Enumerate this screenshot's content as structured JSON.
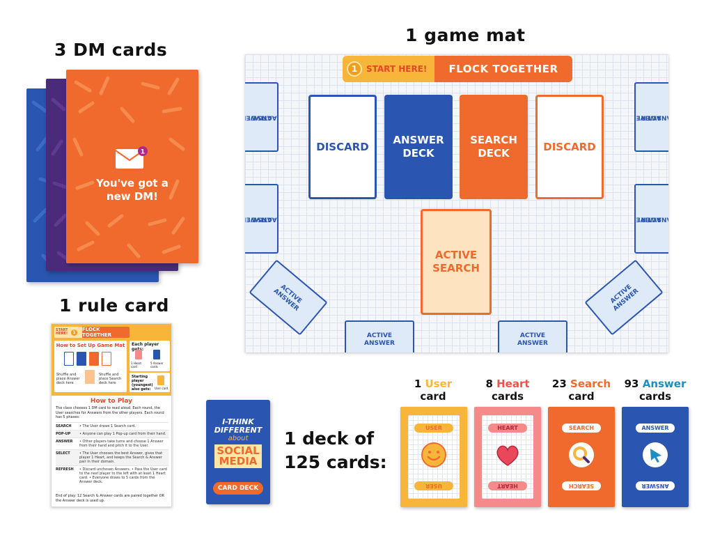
{
  "headings": {
    "dm": "3 DM cards",
    "mat": "1 game mat",
    "rule": "1 rule card",
    "deck_line1": "1 deck of",
    "deck_line2": "125 cards:"
  },
  "dm_card": {
    "badge": "1",
    "text_line1": "You've got a",
    "text_line2": "new DM!",
    "icon": "envelope-icon"
  },
  "mat": {
    "banner_num": "1",
    "banner_start": "START HERE!",
    "banner_title": "FLOCK TOGETHER",
    "discard": "DISCARD",
    "answer_deck_1": "ANSWER",
    "answer_deck_2": "DECK",
    "search_deck_1": "SEARCH",
    "search_deck_2": "DECK",
    "active_search_1": "ACTIVE",
    "active_search_2": "SEARCH",
    "active_1": "ACTIVE",
    "active_2": "ANSWER"
  },
  "rule_card": {
    "start": "START HERE!",
    "num": "1",
    "title": "FLOCK TOGETHER",
    "setup_title": "How to Set Up Game Mat",
    "setup_left": "Shuffle and place Answer deck here",
    "setup_right": "Shuffle and place Search deck here",
    "each_player": "Each player gets:",
    "heart_label": "1 Heart card",
    "answer_label": "5 Answer cards",
    "starting": "Starting player (youngest) also gets:",
    "user_label": "User card",
    "how_to_play": "How to Play",
    "intro": "The class chooses 1 DM card to read aloud. Each round, the User searches for Answers from the other players. Each round has 5 phases:",
    "phases": [
      {
        "name": "SEARCH",
        "desc": "• The User draws 1 Search card."
      },
      {
        "name": "POP-UP",
        "desc": "• Anyone can play 1 Pop-up card from their hand."
      },
      {
        "name": "ANSWER",
        "desc": "• Other players take turns and choose 1 Answer from their hand and pitch it to the User."
      },
      {
        "name": "SELECT",
        "desc": "• The User chooses the best Answer, gives that player 1 Heart, and keeps the Search & Answer pair in their domain."
      },
      {
        "name": "REFRESH",
        "desc": "• Discard unchosen Answers. • Pass the User card to the next player to the left with at least 1 Heart card. • Everyone draws to 5 cards from the Answer deck."
      }
    ],
    "end_of_play": "End of play: 12 Search & Answer cards are paired together OR the Answer deck is used up."
  },
  "deck_box": {
    "line1": "I-THINK",
    "line2": "DIFFERENT",
    "about": "about",
    "social": "SOCIAL",
    "media": "MEDIA",
    "button": "CARD DECK"
  },
  "cards": [
    {
      "count": "1",
      "type": "User",
      "noun": "card",
      "pill": "USER",
      "color": "#f7b53a",
      "icon": "smiley-icon"
    },
    {
      "count": "8",
      "type": "Heart",
      "noun": "cards",
      "pill": "HEART",
      "color": "#f48a8a",
      "icon": "heart-icon"
    },
    {
      "count": "23",
      "type": "Search",
      "noun": "card",
      "pill": "SEARCH",
      "color": "#ef6a2c",
      "icon": "magnifier-icon"
    },
    {
      "count": "93",
      "type": "Answer",
      "noun": "cards",
      "pill": "ANSWER",
      "color": "#2a55b0",
      "icon": "cursor-icon"
    }
  ],
  "colors": {
    "blue": "#2a55b0",
    "orange": "#ef6a2c",
    "yellow": "#f7b53a",
    "purple": "#4a2b7a",
    "pink": "#f48a8a",
    "answer_text": "#1a8fc4"
  }
}
